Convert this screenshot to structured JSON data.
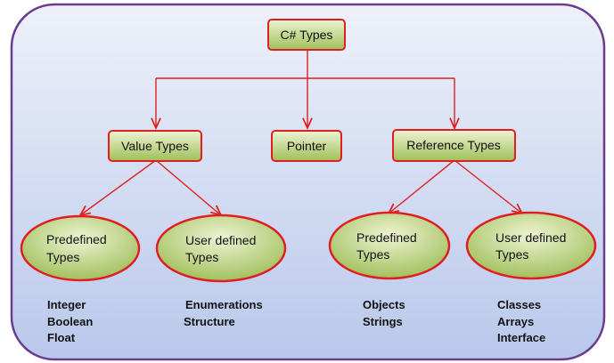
{
  "nodes": {
    "root": "C# Types",
    "value_types": "Value Types",
    "pointer": "Pointer",
    "reference_types": "Reference Types"
  },
  "leaves": [
    {
      "line1": "Predefined",
      "line2": "Types"
    },
    {
      "line1": "User defined",
      "line2": "Types"
    },
    {
      "line1": "Predefined",
      "line2": "Types"
    },
    {
      "line1": "User defined",
      "line2": "Types"
    }
  ],
  "examples": [
    [
      "Integer",
      "Boolean",
      "Float"
    ],
    [
      "Enumerations",
      "Structure"
    ],
    [
      "Objects",
      "Strings"
    ],
    [
      "Classes",
      "Arrays",
      "Interface"
    ]
  ],
  "colors": {
    "background_top": "#eef1fa",
    "background_bottom": "#b9c8eb",
    "frame_border": "#6a3d8f",
    "box_fill_top": "#e8f0c8",
    "box_fill_bottom": "#9fbf5a",
    "box_border": "#e02020",
    "connector": "#e02020"
  }
}
